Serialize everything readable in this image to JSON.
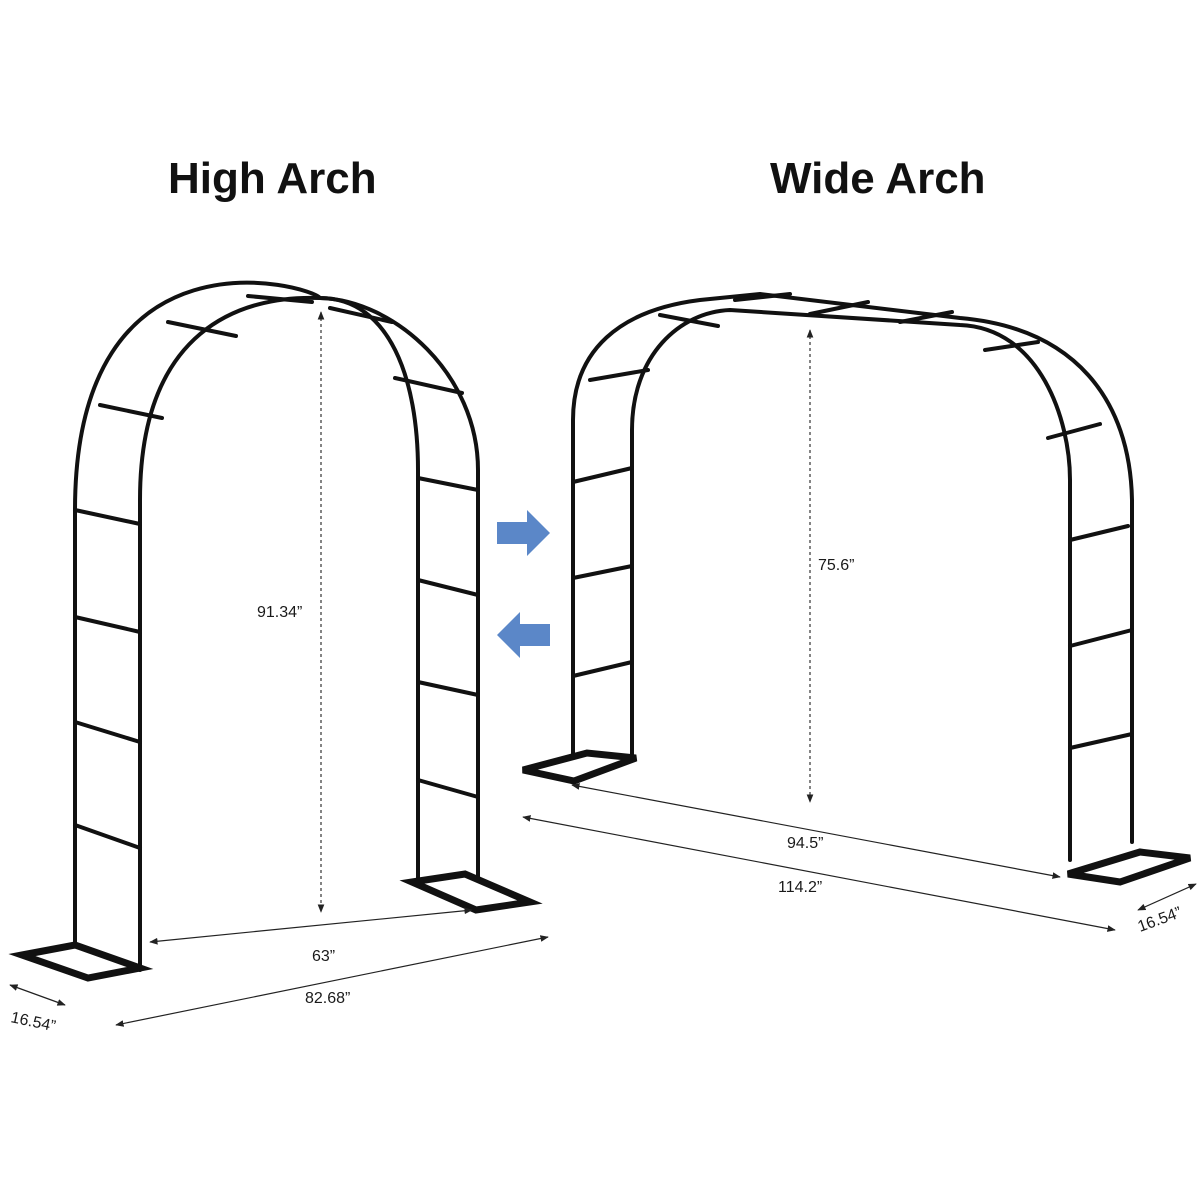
{
  "titles": {
    "high": "High Arch",
    "wide": "Wide Arch"
  },
  "high_arch": {
    "height": "91.34”",
    "inner_width": "63”",
    "outer_width": "82.68”",
    "base_depth": "16.54”"
  },
  "wide_arch": {
    "height": "75.6”",
    "inner_width": "94.5”",
    "outer_width": "114.2”",
    "base_depth": "16.54”"
  },
  "arrows": {
    "color": "#5B87C8",
    "right_icon": "arrow-right-icon",
    "left_icon": "arrow-left-icon"
  },
  "colors": {
    "frame": "#111111",
    "background": "#ffffff"
  }
}
